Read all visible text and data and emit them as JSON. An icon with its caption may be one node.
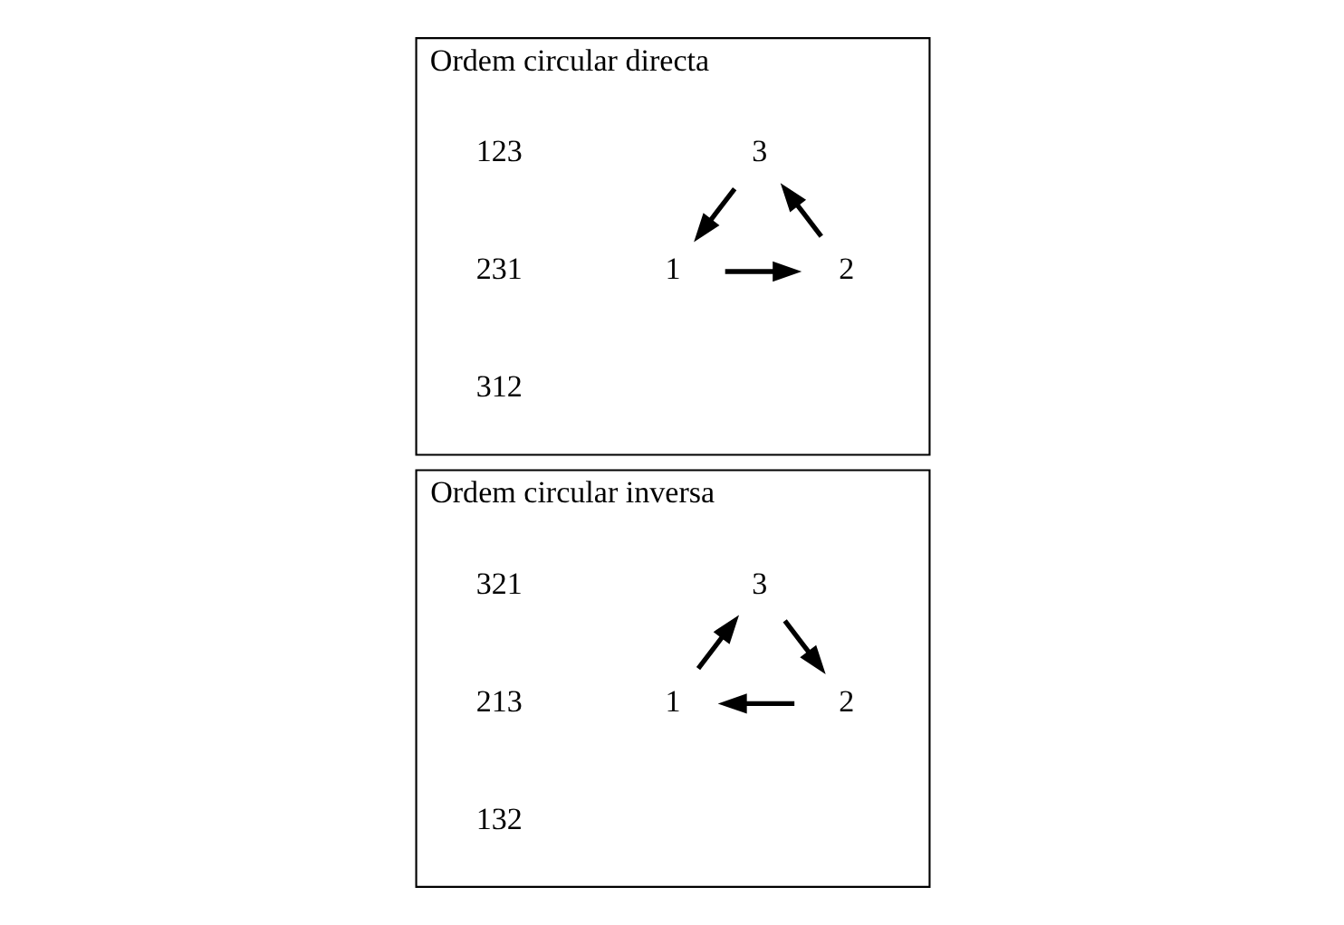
{
  "diagram": {
    "nodes": [
      {
        "text": [
          "Ordem circular directa"
        ]
      },
      {
        "text": [
          "3"
        ],
        "in": 0
      },
      {
        "text": [
          "1"
        ],
        "in": 0
      },
      {
        "text": [
          "2"
        ],
        "in": 0
      },
      {
        "text": [
          "Ordem circular inversa"
        ]
      },
      {
        "text": [
          "3"
        ],
        "in": 4
      },
      {
        "text": [
          "1"
        ],
        "in": 4
      },
      {
        "text": [
          "2"
        ],
        "in": 4
      }
    ],
    "edges": [
      {
        "from": 1,
        "to": 2,
        "arrow": "to"
      },
      {
        "from": 2,
        "to": 3,
        "arrow": "to"
      },
      {
        "from": 3,
        "to": 1,
        "arrow": "to"
      },
      {
        "from": 5,
        "to": 7,
        "arrow": "to"
      },
      {
        "from": 7,
        "to": 6,
        "arrow": "to"
      },
      {
        "from": 6,
        "to": 5,
        "arrow": "to"
      }
    ],
    "labels": [
      "123",
      "231",
      "312",
      "321",
      "213",
      "132"
    ]
  }
}
